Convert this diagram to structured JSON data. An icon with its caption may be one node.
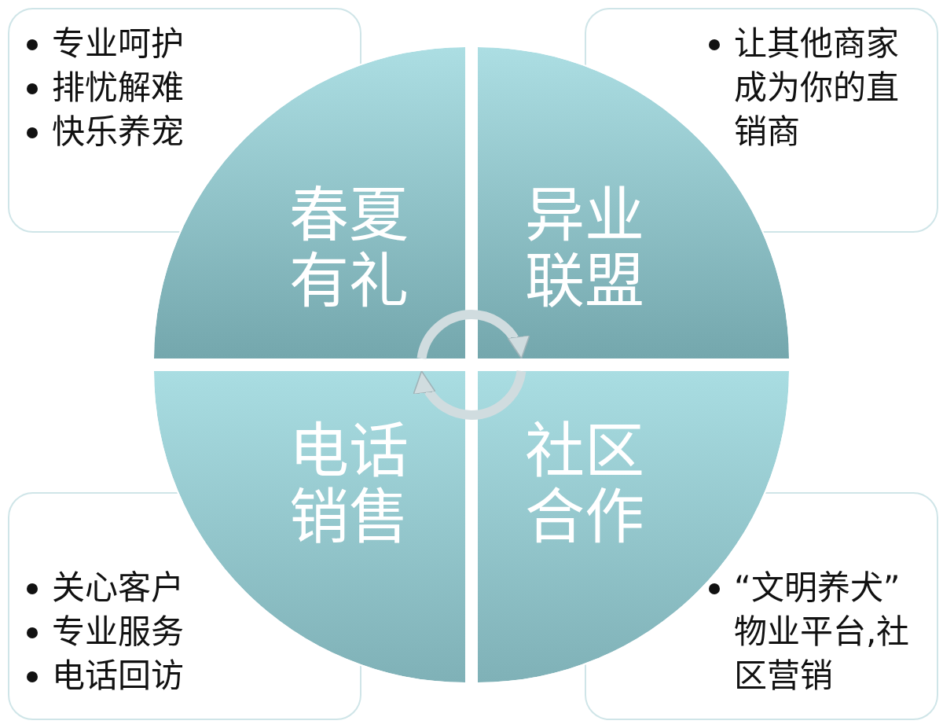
{
  "diagram": {
    "nodes": [
      {
        "text": [
          "专业呵护",
          "排忧解难",
          "快乐养宠"
        ]
      },
      {
        "text": [
          "让其他商家成为你的直销商"
        ]
      },
      {
        "text": [
          "春夏有礼"
        ]
      },
      {
        "text": [
          "异业联盟"
        ]
      },
      {
        "text": [
          "电话销售"
        ]
      },
      {
        "text": [
          "社区合作"
        ]
      },
      {
        "text": [
          "关心客户",
          "专业服务",
          "电话回访"
        ]
      },
      {
        "text": [
          "“文明养犬”物业平台,社区营销"
        ]
      }
    ],
    "edges": [
      {
        "from": 2,
        "to": 3,
        "arrow": "to"
      },
      {
        "from": 5,
        "to": 4,
        "arrow": "to"
      }
    ]
  }
}
